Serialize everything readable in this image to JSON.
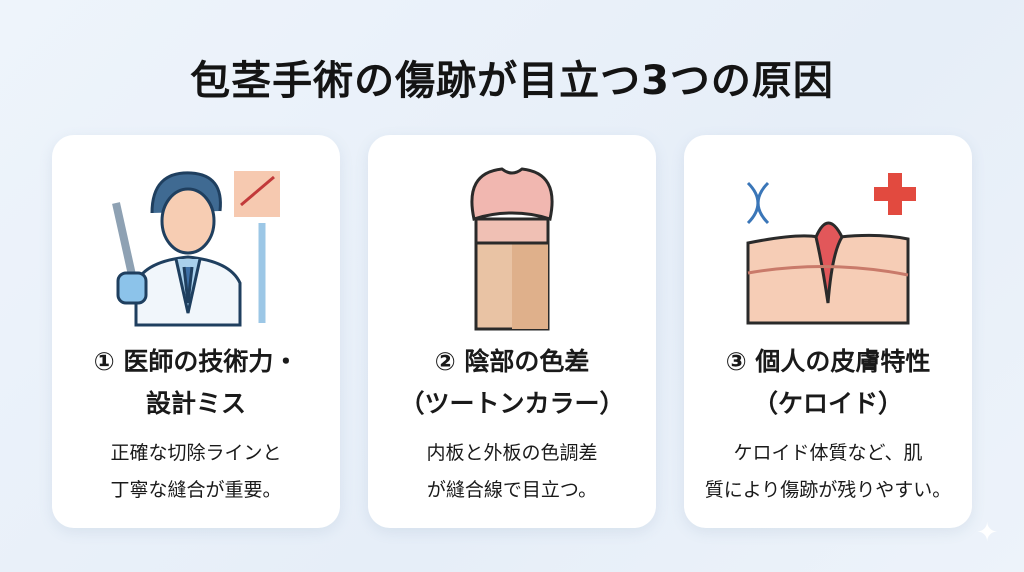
{
  "title": "包茎手術の傷跡が目立つ3つの原因",
  "cards": [
    {
      "heading_line1": "① 医師の技術力・",
      "heading_line2": "設計ミス",
      "desc_line1": "正確な切除ラインと",
      "desc_line2": "丁寧な縫合が重要。"
    },
    {
      "heading_line1": "② 陰部の色差",
      "heading_line2": "（ツートンカラー）",
      "desc_line1": "内板と外板の色調差",
      "desc_line2": "が縫合線で目立つ。"
    },
    {
      "heading_line1": "③ 個人の皮膚特性",
      "heading_line2": "（ケロイド）",
      "desc_line1": "ケロイド体質など、肌",
      "desc_line2": "質により傷跡が残りやすい。"
    }
  ]
}
